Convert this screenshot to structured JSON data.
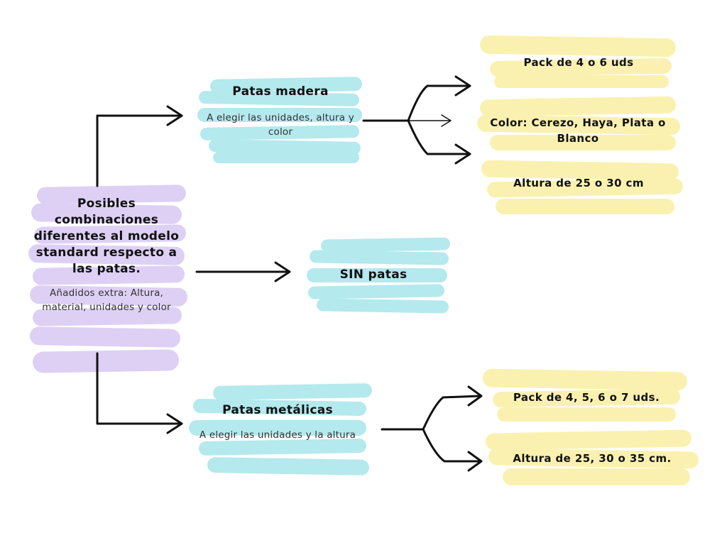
{
  "colors": {
    "purple_highlight": "#d9c8f3",
    "cyan_highlight": "#a7e6ec",
    "yellow_highlight": "#faf0a8",
    "connector": "#111111"
  },
  "root": {
    "title": "Posibles combinaciones diferentes al  modelo standard respecto a las patas.",
    "subtitle": "Añadidos extra:  Altura, material, unidades y color"
  },
  "branches": {
    "madera": {
      "title": "Patas madera",
      "subtitle": "A elegir las unidades, altura y color",
      "options": [
        "Pack de 4 o 6 uds",
        "Color: Cerezo, Haya, Plata o Blanco",
        "Altura de 25 o 30 cm"
      ]
    },
    "sin": {
      "title": "SIN patas"
    },
    "metalicas": {
      "title": "Patas metálicas",
      "subtitle": "A elegir las unidades y la altura",
      "options": [
        "Pack de 4, 5, 6 o 7 uds.",
        "Altura de 25, 30 o 35 cm."
      ]
    }
  }
}
